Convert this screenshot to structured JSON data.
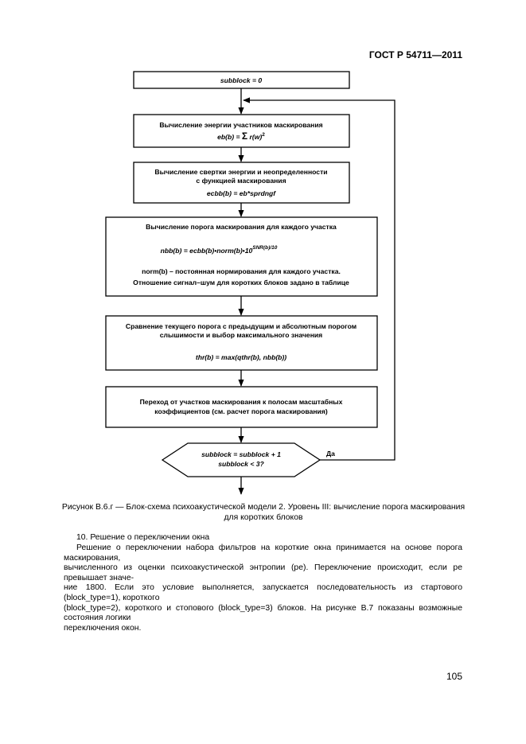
{
  "header": {
    "standard": "ГОСТ Р 54711—2011"
  },
  "flowchart": {
    "init": "subblock = 0",
    "energy": {
      "title": "Вычисление энергии участников маскирования",
      "formula_pre": "eb(b) = ",
      "sum": "Σ",
      "formula_post": " r(w)",
      "exp": "2"
    },
    "spread": {
      "line1": "Вычисление свертки энергии и неопределенности",
      "line2": "с функцией маскирования",
      "formula": "ecbb(b) = eb*sprdngf"
    },
    "threshold": {
      "title": "Вычисление порога маскирования для каждого участка",
      "formula": "nbb(b) = ecbb(b)•norm(b)•10",
      "exp": "SNR(b)/10",
      "note1": "norm(b) – постоянная нормирования для каждого участка.",
      "note2": "Отношение сигнал–шум для коротких блоков задано в таблице"
    },
    "compare": {
      "line1": "Сравнение текущего порога с предыдущим и абсолютным порогом",
      "line2": "слышимости и выбор максимального значения",
      "formula": "thr(b) = max(qthr(b), nbb(b))"
    },
    "convert": {
      "line1": "Переход от участков маскирования к полосам масштабных",
      "line2": "коэффициентов (см. расчет порога маскирования)"
    },
    "decision": {
      "line1": "subblock = subblock + 1",
      "line2": "subblock < 3?",
      "yes": "Да"
    }
  },
  "caption": {
    "line1": "Рисунок B.6.г — Блок-схема психоакустической модели 2. Уровень III: вычисление порога маскирования",
    "line2": "для коротких блоков"
  },
  "section_title": "10. Решение о переключении окна",
  "paragraph": [
    "Решение о переключении набора фильтров на короткие окна принимается на основе порога маскирования,",
    "вычисленного из оценки психоакустической энтропии (pe). Переключение происходит, если pe превышает значе-",
    "ние 1800. Если это условие выполняется, запускается последовательность из стартового (block_type=1), короткого",
    "(block_type=2), короткого и стопового (block_type=3) блоков. На рисунке B.7 показаны возможные состояния логики",
    "переключения окон."
  ],
  "page_number": "105"
}
